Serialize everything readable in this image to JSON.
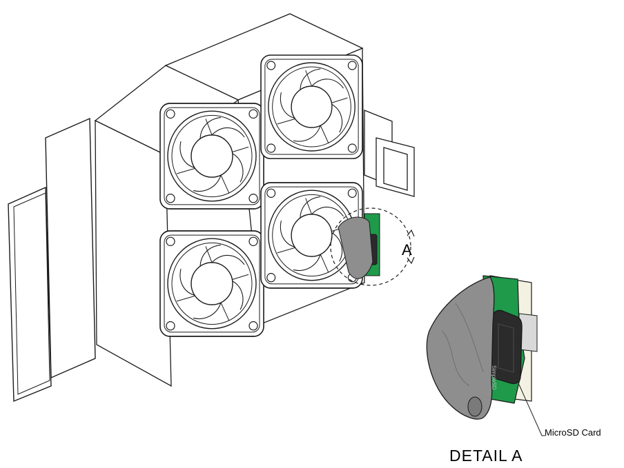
{
  "detail_letter": "A",
  "callout": {
    "label": "MicroSD Card"
  },
  "detail_title": "DETAIL  A",
  "card_marking": "SimpleSD",
  "colors": {
    "line": "#1a1a1a",
    "pcb_green": "#1e9a4a",
    "card_black": "#2b2b2b",
    "cover_gray": "#8e8e8e",
    "cream": "#f3f1e2",
    "background": "#ffffff"
  }
}
